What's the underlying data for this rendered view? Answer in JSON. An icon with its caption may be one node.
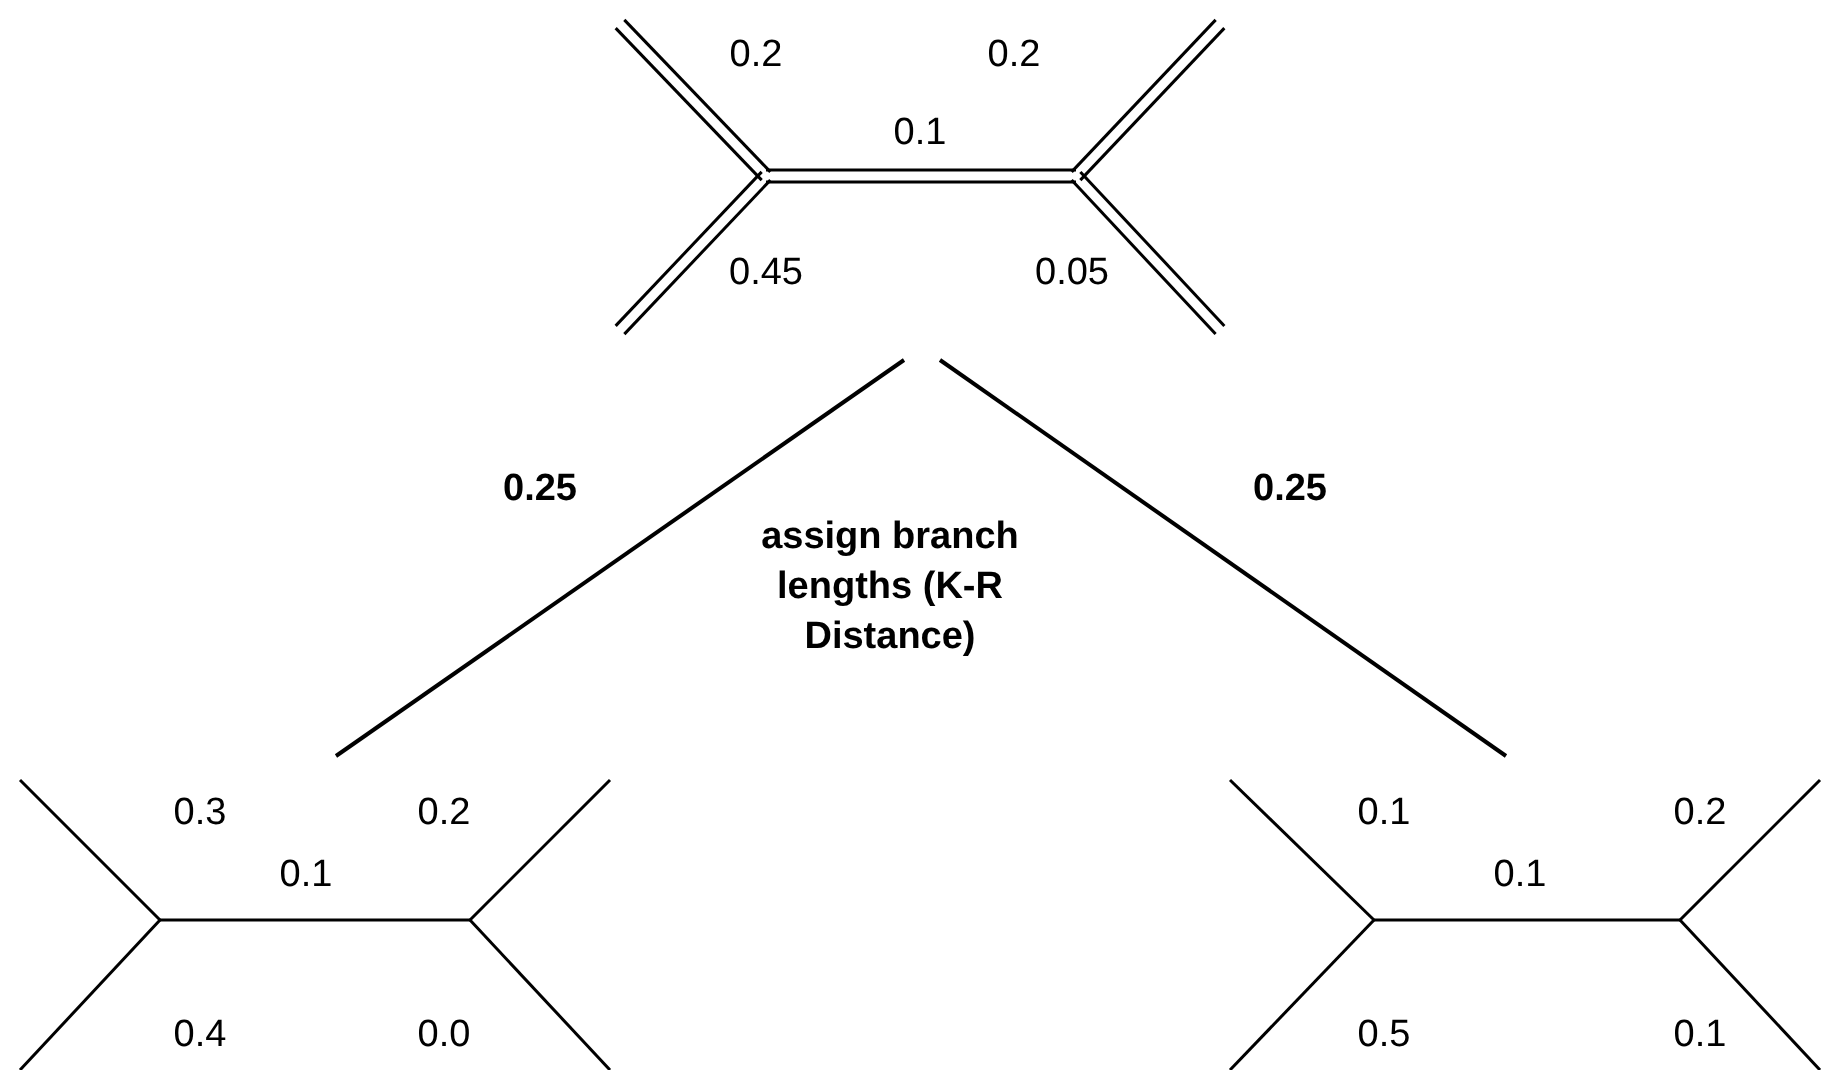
{
  "diagram": {
    "nodes": [
      {
        "text": [
          "0.2",
          "0.2",
          "0.1",
          "0.45",
          "0.05"
        ]
      },
      {
        "text": [
          "0.3",
          "0.2",
          "0.1",
          "0.4",
          "0.0"
        ]
      },
      {
        "text": [
          "0.1",
          "0.2",
          "0.1",
          "0.5",
          "0.1"
        ]
      }
    ],
    "edges": [
      {
        "from": 0,
        "to": 1,
        "arrow": "none",
        "label": "0.25"
      },
      {
        "from": 0,
        "to": 2,
        "arrow": "none",
        "label": "0.25"
      }
    ],
    "labels": [
      "assign branch lengths (K-R Distance)"
    ]
  }
}
